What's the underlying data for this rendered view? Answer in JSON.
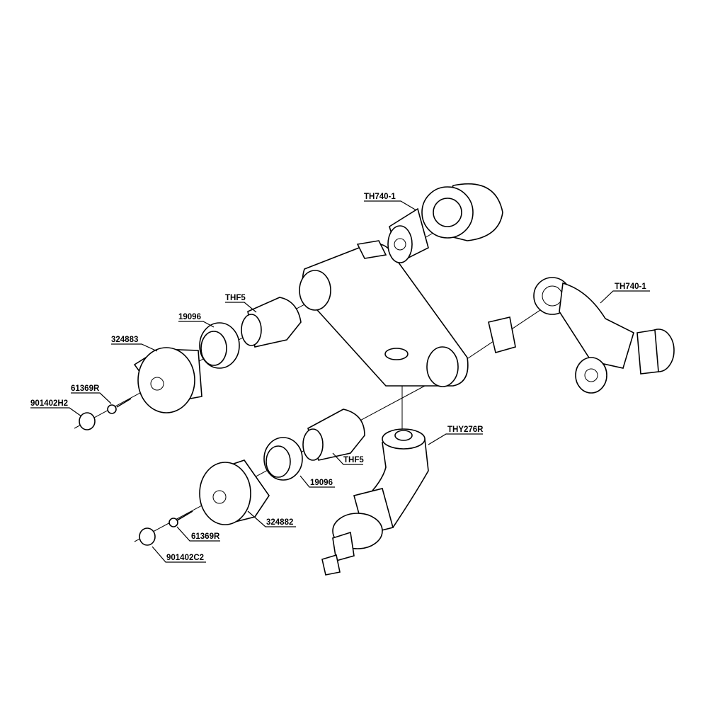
{
  "diagram": {
    "type": "exploded parts diagram",
    "labels": {
      "th740_top": "TH740-1",
      "th740_right": "TH740-1",
      "thf5_upper": "THF5",
      "nut_upper": "19096",
      "handle_upper": "324883",
      "screw_upper": "61369R",
      "cap_upper": "901402H2",
      "elbow": "THY276R",
      "thf5_lower": "THF5",
      "nut_lower": "19096",
      "handle_lower": "324882",
      "screw_lower": "61369R",
      "cap_lower": "901402C2"
    }
  }
}
